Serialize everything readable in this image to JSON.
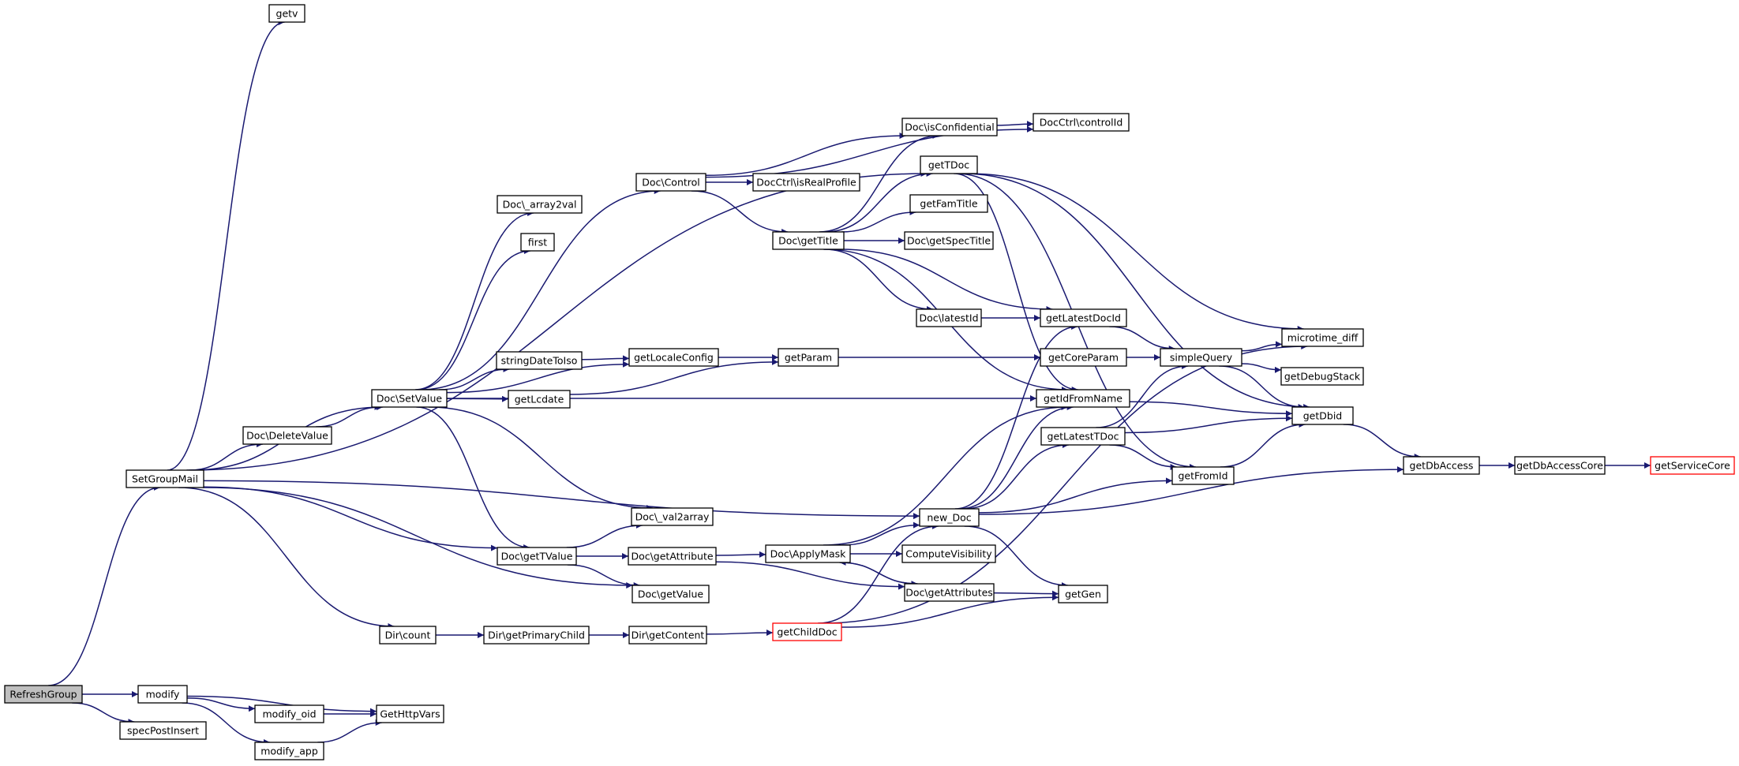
{
  "colors": {
    "edge": "#191970",
    "node_border": "#000000",
    "root_fill": "#bfbfbf",
    "truncated_border": "#ff0000"
  },
  "nodes": {
    "refreshgroup": "RefreshGroup",
    "modify": "modify",
    "specpostinsert": "specPostInsert",
    "modify_oid": "modify_oid",
    "modify_app": "modify_app",
    "gethttpvars": "GetHttpVars",
    "setgroupmail": "SetGroupMail",
    "getv": "getv",
    "docdeletevalue": "Doc\\DeleteValue",
    "docsetvalue": "Doc\\SetValue",
    "dircount": "Dir\\count",
    "dirgetprimarychild": "Dir\\getPrimaryChild",
    "dirgetcontent": "Dir\\getContent",
    "getchilddoc": "getChildDoc",
    "docarray2val": "Doc\\_array2val",
    "first": "first",
    "stringdatetoiso": "stringDateToIso",
    "getlcdate": "getLcdate",
    "getlocaleconfig": "getLocaleConfig",
    "getparam": "getParam",
    "docval2array": "Doc\\_val2array",
    "docgettvalue": "Doc\\getTValue",
    "docgetattribute": "Doc\\getAttribute",
    "docgetvalue": "Doc\\getValue",
    "doccontrol": "Doc\\Control",
    "docctrlisrealprofile": "DocCtrl\\isRealProfile",
    "docgettitle": "Doc\\getTitle",
    "docisconfidential": "Doc\\isConfidential",
    "docctrlcontrolid": "DocCtrl\\controlId",
    "gettdoc": "getTDoc",
    "getfamtitle": "getFamTitle",
    "docgetspectitle": "Doc\\getSpecTitle",
    "doclatestid": "Doc\\latestId",
    "getlatestdocid": "getLatestDocId",
    "getcoreparam": "getCoreParam",
    "getidfromname": "getIdFromName",
    "getlatesttdoc": "getLatestTDoc",
    "new_doc": "new_Doc",
    "docapplymask": "Doc\\ApplyMask",
    "computevisibility": "ComputeVisibility",
    "docgetattributes": "Doc\\getAttributes",
    "getgen": "getGen",
    "simplequery": "simpleQuery",
    "microtime_diff": "microtime_diff",
    "getdebugstack": "getDebugStack",
    "getdbid": "getDbid",
    "getfromid": "getFromId",
    "getdbaccess": "getDbAccess",
    "getdbaccesscore": "getDbAccessCore",
    "getservicecore": "getServiceCore"
  }
}
